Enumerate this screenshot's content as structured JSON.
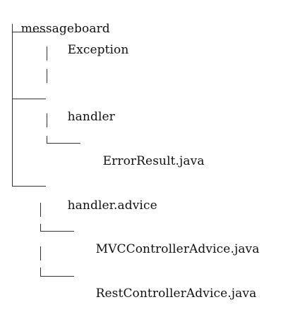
{
  "tree": {
    "root": "messageboard",
    "nodes": [
      {
        "label": "Exception"
      },
      {
        "label": "handler"
      },
      {
        "label": "ErrorResult.java"
      },
      {
        "label": "handler.advice"
      },
      {
        "label": "MVCControllerAdvice.java"
      },
      {
        "label": "RestControllerAdvice.java"
      }
    ]
  }
}
